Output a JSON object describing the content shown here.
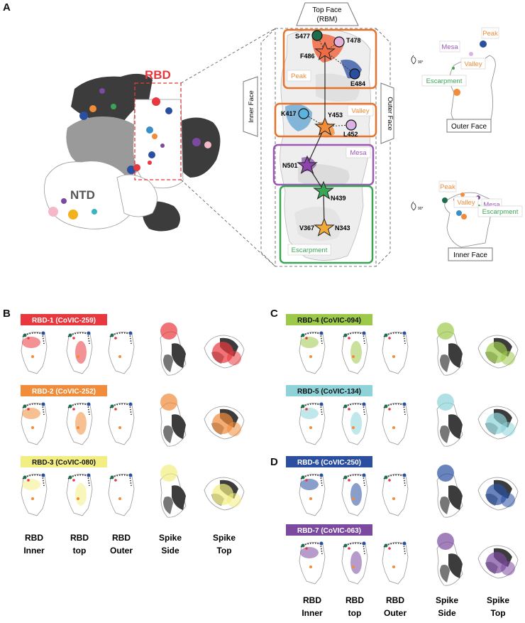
{
  "panels": {
    "A": {
      "letter": "A",
      "rbd_label": "RBD",
      "ntd_label": "NTD",
      "top_face": "Top Face",
      "top_face_sub": "(RBM)",
      "inner_face_side": "Inner Face",
      "outer_face_side": "Outer Face",
      "regions": {
        "peak": "Peak",
        "valley": "Valley",
        "mesa": "Mesa",
        "escarpment": "Escarpment"
      },
      "residues": {
        "s477": "S477",
        "t478": "T478",
        "f486": "F486",
        "e484": "E484",
        "k417": "K417",
        "y453": "Y453",
        "l452": "L452",
        "n501": "N501",
        "n439": "N439",
        "v367": "V367",
        "n343": "N343"
      },
      "rotation": "90°",
      "outer_face_caption": "Outer Face",
      "inner_face_caption": "Inner Face"
    },
    "B": {
      "letter": "B",
      "antibodies": [
        {
          "label": "RBD-1 (CoVIC-259)",
          "color": "#e8383d"
        },
        {
          "label": "RBD-2 (CoVIC-252)",
          "color": "#f08c3a"
        },
        {
          "label": "RBD-3 (CoVIC-080)",
          "color": "#f2ee82"
        }
      ],
      "columns": [
        {
          "line1": "RBD",
          "line2": "Inner"
        },
        {
          "line1": "RBD",
          "line2": "top"
        },
        {
          "line1": "RBD",
          "line2": "Outer"
        },
        {
          "line1": "Spike",
          "line2": "Side"
        },
        {
          "line1": "Spike",
          "line2": "Top"
        }
      ]
    },
    "C": {
      "letter": "C",
      "antibodies": [
        {
          "label": "RBD-4 (CoVIC-094)",
          "color": "#9cc94a"
        },
        {
          "label": "RBD-5 (CoVIC-134)",
          "color": "#8dd3d9"
        }
      ]
    },
    "D": {
      "letter": "D",
      "antibodies": [
        {
          "label": "RBD-6 (CoVIC-250)",
          "color": "#2a4ea0"
        },
        {
          "label": "RBD-7 (CoVIC-063)",
          "color": "#7b4aa0"
        }
      ],
      "columns": [
        {
          "line1": "RBD",
          "line2": "Inner"
        },
        {
          "line1": "RBD",
          "line2": "top"
        },
        {
          "line1": "RBD",
          "line2": "Outer"
        },
        {
          "line1": "Spike",
          "line2": "Side"
        },
        {
          "line1": "Spike",
          "line2": "Top"
        }
      ]
    }
  },
  "colors": {
    "peak": "#f08c3a",
    "valley": "#f08c3a",
    "mesa": "#9b59b6",
    "escarpment": "#3aa655",
    "rbd_red": "#e8383d",
    "dark_gray": "#3c3c3c",
    "mid_gray": "#9a9a9a"
  }
}
